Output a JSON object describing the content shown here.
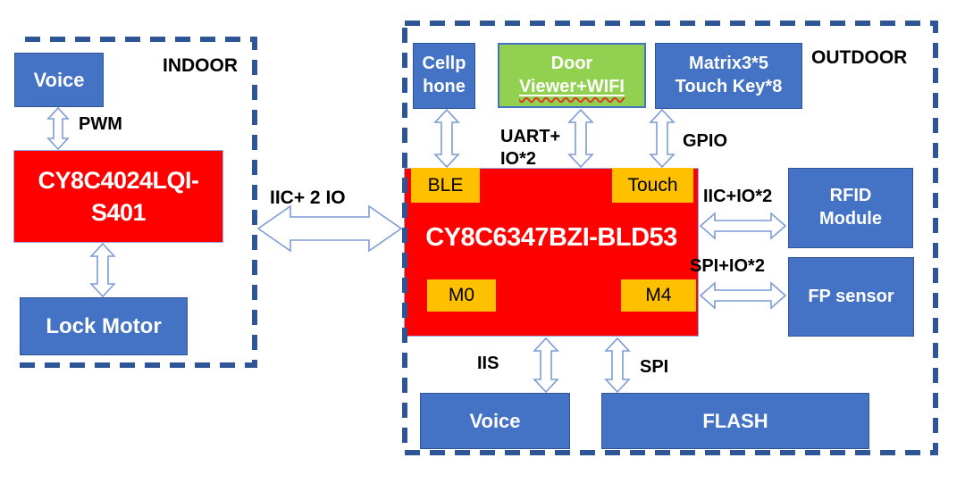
{
  "indoor": {
    "region_label": "INDOOR",
    "voice_box": "Voice",
    "pwm_label": "PWM",
    "chip_line1": "CY8C4024LQI-",
    "chip_line2": "S401",
    "lock_motor_box": "Lock Motor"
  },
  "link": {
    "label": "IIC+ 2 IO"
  },
  "outdoor": {
    "region_label": "OUTDOOR",
    "cellphone_line1": "Cellp",
    "cellphone_line2": "hone",
    "door_viewer_line1": "Door",
    "door_viewer_line2": "Viewer+WIFI",
    "matrix_line1": "Matrix3*5",
    "matrix_line2": "Touch Key*8",
    "uart_label_line1": "UART+",
    "uart_label_line2": "IO*2",
    "gpio_label": "GPIO",
    "chip": "CY8C6347BZI-BLD53",
    "ble_tag": "BLE",
    "touch_tag": "Touch",
    "m0_tag": "M0",
    "m4_tag": "M4",
    "iic_io_label": "IIC+IO*2",
    "spi_io_label": "SPI+IO*2",
    "rfid_line1": "RFID",
    "rfid_line2": "Module",
    "fp_sensor_box": "FP sensor",
    "iis_label": "IIS",
    "spi_label": "SPI",
    "voice_box": "Voice",
    "flash_box": "FLASH"
  },
  "colors": {
    "blue_box": "#4472C4",
    "red_box": "#FF0000",
    "green_box": "#92D050",
    "orange_tag": "#FFC000",
    "dash_border": "#2E5596",
    "arrow_stroke": "#7D9BD4",
    "label_text": "#000000",
    "box_text": "#FFFFFF",
    "squiggle": "#D93A2B"
  }
}
